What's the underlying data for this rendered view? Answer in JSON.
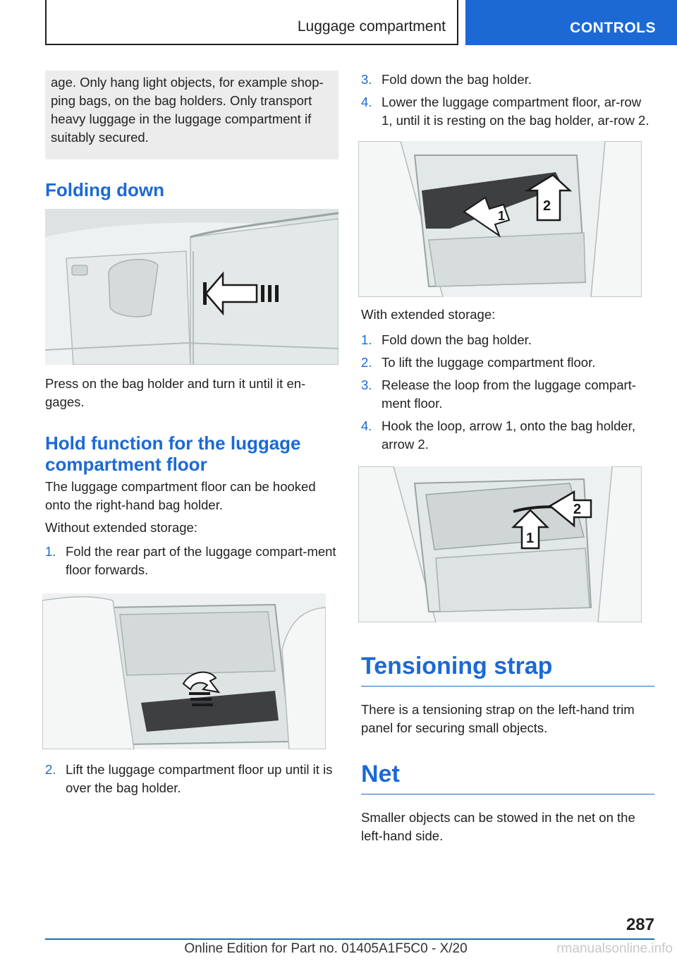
{
  "header": {
    "section": "Luggage compartment",
    "chapter": "CONTROLS"
  },
  "left": {
    "note_continued": "age. Only hang light objects, for example shop‐ping bags, on the bag holders. Only transport heavy luggage in the luggage compartment if suitably secured.",
    "folding_heading": "Folding down",
    "folding_text": "Press on the bag holder and turn it until it en‐gages.",
    "hold_heading": "Hold function for the luggage compartment floor",
    "hold_intro": "The luggage compartment floor can be hooked onto the right-hand bag holder.",
    "without_label": "Without extended storage:",
    "steps_a": [
      {
        "num": "1.",
        "text": "Fold the rear part of the luggage compart‐ment floor forwards."
      }
    ],
    "steps_b": [
      {
        "num": "2.",
        "text": "Lift the luggage compartment floor up until it is over the bag holder."
      }
    ]
  },
  "right": {
    "steps_c": [
      {
        "num": "3.",
        "text": "Fold down the bag holder."
      },
      {
        "num": "4.",
        "text": "Lower the luggage compartment floor, ar‐row 1, until it is resting on the bag holder, ar‐row 2."
      }
    ],
    "fig1_labels": [
      "1",
      "2"
    ],
    "with_label": "With extended storage:",
    "steps_d": [
      {
        "num": "1.",
        "text": "Fold down the bag holder."
      },
      {
        "num": "2.",
        "text": "To lift the luggage compartment floor."
      },
      {
        "num": "3.",
        "text": "Release the loop from the luggage compart‐ment floor."
      },
      {
        "num": "4.",
        "text": "Hook the loop, arrow 1, onto the bag holder, arrow 2."
      }
    ],
    "fig2_labels": [
      "2",
      "1"
    ],
    "tension_heading": "Tensioning strap",
    "tension_text": "There is a tensioning strap on the left-hand trim panel for securing small objects.",
    "net_heading": "Net",
    "net_text": "Smaller objects can be stowed in the net on the left-hand side."
  },
  "footer": {
    "page_number": "287",
    "edition": "Online Edition for Part no. 01405A1F5C0 - X/20",
    "watermark": "rmanualsonline.info"
  }
}
